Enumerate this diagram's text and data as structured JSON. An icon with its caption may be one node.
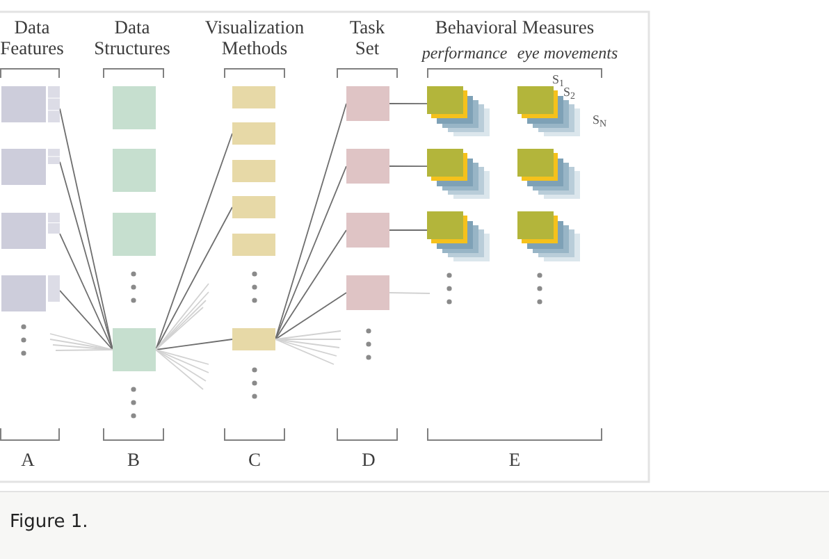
{
  "diagram": {
    "caption": "Figure 1.",
    "nodes": [
      {
        "text": [],
        "shape": "box"
      },
      {
        "text": [],
        "shape": "box"
      },
      {
        "text": [],
        "shape": "box"
      },
      {
        "text": [],
        "shape": "box"
      },
      {
        "text": [],
        "shape": "box"
      },
      {
        "text": [],
        "shape": "box"
      },
      {
        "text": [],
        "shape": "box"
      },
      {
        "text": [],
        "shape": "box"
      },
      {
        "text": [],
        "shape": "box"
      },
      {
        "text": [],
        "shape": "box"
      },
      {
        "text": [],
        "shape": "box"
      },
      {
        "text": [],
        "shape": "box"
      },
      {
        "text": [],
        "shape": "box"
      },
      {
        "text": [],
        "shape": "box"
      },
      {
        "text": [],
        "shape": "box"
      },
      {
        "text": [],
        "shape": "box"
      },
      {
        "text": [],
        "shape": "box"
      },
      {
        "text": [],
        "shape": "box"
      },
      {
        "text": [],
        "shape": "stack"
      },
      {
        "text": [],
        "shape": "stack"
      },
      {
        "text": [],
        "shape": "stack"
      },
      {
        "text": [],
        "shape": "stack"
      },
      {
        "text": [],
        "shape": "stack"
      },
      {
        "text": [],
        "shape": "stack"
      }
    ],
    "edges": [
      {
        "from": 0,
        "to": 7,
        "arrow": "none",
        "color": "#6e6e6e"
      },
      {
        "from": 1,
        "to": 7,
        "arrow": "none",
        "color": "#6e6e6e"
      },
      {
        "from": 2,
        "to": 7,
        "arrow": "none",
        "color": "#6e6e6e"
      },
      {
        "from": 3,
        "to": 7,
        "arrow": "none",
        "color": "#6e6e6e"
      },
      {
        "from": null,
        "to": 7,
        "arrow": "none",
        "color": "#d2d2d2"
      },
      {
        "from": null,
        "to": 7,
        "arrow": "none",
        "color": "#d2d2d2"
      },
      {
        "from": null,
        "to": 7,
        "arrow": "none",
        "color": "#d2d2d2"
      },
      {
        "from": null,
        "to": 7,
        "arrow": "none",
        "color": "#d2d2d2"
      },
      {
        "from": 7,
        "to": 9,
        "arrow": "none",
        "color": "#6e6e6e"
      },
      {
        "from": 7,
        "to": 11,
        "arrow": "none",
        "color": "#6e6e6e"
      },
      {
        "from": 7,
        "to": 13,
        "arrow": "none",
        "color": "#6e6e6e"
      },
      {
        "from": 7,
        "to": null,
        "arrow": "none",
        "color": "#d2d2d2"
      },
      {
        "from": 7,
        "to": null,
        "arrow": "none",
        "color": "#d2d2d2"
      },
      {
        "from": 7,
        "to": null,
        "arrow": "none",
        "color": "#d2d2d2"
      },
      {
        "from": 7,
        "to": null,
        "arrow": "none",
        "color": "#d2d2d2"
      },
      {
        "from": 7,
        "to": null,
        "arrow": "none",
        "color": "#d2d2d2"
      },
      {
        "from": 7,
        "to": null,
        "arrow": "none",
        "color": "#d2d2d2"
      },
      {
        "from": 7,
        "to": null,
        "arrow": "none",
        "color": "#d2d2d2"
      },
      {
        "from": 7,
        "to": null,
        "arrow": "none",
        "color": "#d2d2d2"
      },
      {
        "from": 13,
        "to": 14,
        "arrow": "none",
        "color": "#6e6e6e"
      },
      {
        "from": 13,
        "to": 15,
        "arrow": "none",
        "color": "#6e6e6e"
      },
      {
        "from": 13,
        "to": 16,
        "arrow": "none",
        "color": "#6e6e6e"
      },
      {
        "from": 13,
        "to": 17,
        "arrow": "none",
        "color": "#6e6e6e"
      },
      {
        "from": 13,
        "to": null,
        "arrow": "none",
        "color": "#d2d2d2"
      },
      {
        "from": 13,
        "to": null,
        "arrow": "none",
        "color": "#d2d2d2"
      },
      {
        "from": 13,
        "to": null,
        "arrow": "none",
        "color": "#d2d2d2"
      },
      {
        "from": 13,
        "to": null,
        "arrow": "none",
        "color": "#d2d2d2"
      },
      {
        "from": 13,
        "to": null,
        "arrow": "none",
        "color": "#d2d2d2"
      },
      {
        "from": 14,
        "to": 18,
        "arrow": "none",
        "color": "#6e6e6e"
      },
      {
        "from": 15,
        "to": 19,
        "arrow": "none",
        "color": "#6e6e6e"
      },
      {
        "from": 16,
        "to": 20,
        "arrow": "none",
        "color": "#6e6e6e"
      },
      {
        "from": 17,
        "to": null,
        "arrow": "none",
        "color": "#d2d2d2"
      }
    ],
    "labels": [
      "Data Features",
      "Data Structures",
      "Visualization Methods",
      "Task Set",
      "Behavioral Measures",
      "performance",
      "eye movements",
      "S$_{1}$",
      "S$_{2}$",
      "S$_{N}$",
      "A",
      "B",
      "C",
      "D",
      "E"
    ]
  }
}
